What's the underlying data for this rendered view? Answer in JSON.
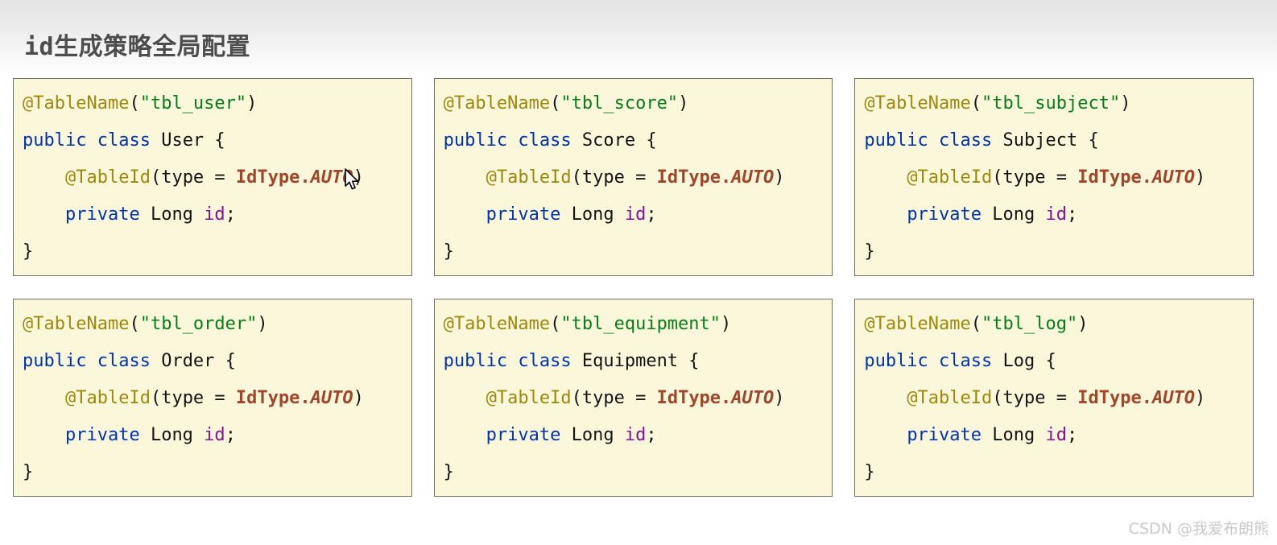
{
  "page": {
    "title": "id生成策略全局配置",
    "watermark": "CSDN @我爱布朗熊"
  },
  "syntax_colors": {
    "annotation": "#9E880D",
    "keyword": "#0033B3",
    "string": "#067D17",
    "plain": "#141414",
    "enum_constant": "#A0462B",
    "field": "#871094",
    "card_background": "#FBF7DA",
    "card_border": "#6F6F64",
    "title_text": "#4D4D4D",
    "watermark_text": "#C9C9C9"
  },
  "tokens": {
    "indent": "    ",
    "table_name_annotation": "@TableName",
    "paren_open": "(",
    "paren_close": ")",
    "public_class": "public class",
    "table_id_annotation": "@TableId",
    "type_equals": "(type = ",
    "id_type_prefix": "IdType.",
    "auto_constant": "AUTO",
    "private_keyword": "private",
    "long_type": " Long ",
    "id_field": "id",
    "semicolon": ";",
    "close_brace": "}"
  },
  "cards": [
    {
      "id": "user",
      "table_string": "\"tbl_user\"",
      "class_decl": " User {"
    },
    {
      "id": "score",
      "table_string": "\"tbl_score\"",
      "class_decl": " Score {"
    },
    {
      "id": "subject",
      "table_string": "\"tbl_subject\"",
      "class_decl": " Subject {"
    },
    {
      "id": "order",
      "table_string": "\"tbl_order\"",
      "class_decl": " Order {"
    },
    {
      "id": "equipment",
      "table_string": "\"tbl_equipment\"",
      "class_decl": " Equipment {"
    },
    {
      "id": "log",
      "table_string": "\"tbl_log\"",
      "class_decl": " Log {"
    }
  ]
}
